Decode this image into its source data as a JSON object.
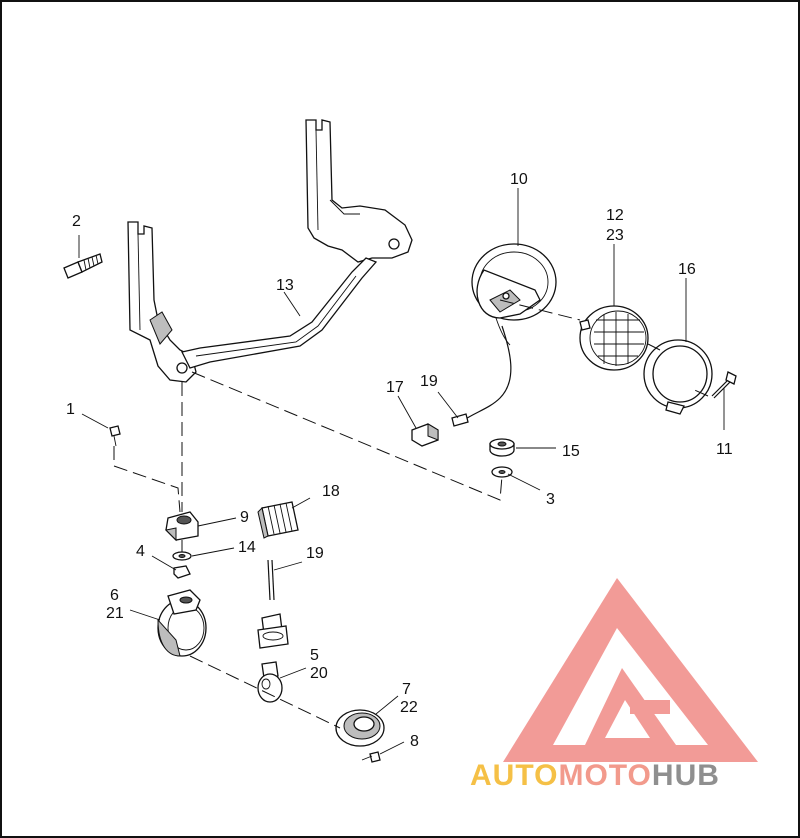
{
  "diagram": {
    "callouts": {
      "c1": "1",
      "c2": "2",
      "c3": "3",
      "c4": "4",
      "c5": "5",
      "c6": "6",
      "c7": "7",
      "c8": "8",
      "c9": "9",
      "c10": "10",
      "c11": "11",
      "c12": "12",
      "c13": "13",
      "c14": "14",
      "c15": "15",
      "c16": "16",
      "c17": "17",
      "c18": "18",
      "c19a": "19",
      "c19b": "19",
      "c20": "20",
      "c21": "21",
      "c22": "22",
      "c23": "23"
    }
  },
  "watermark": {
    "part_a": "AUTO",
    "part_b": "MOTO",
    "part_c": "HUB",
    "color_a": "#f5c046",
    "color_b": "#f29a8c",
    "color_c": "#8f8f8f",
    "logo_color": "#f08a86"
  }
}
